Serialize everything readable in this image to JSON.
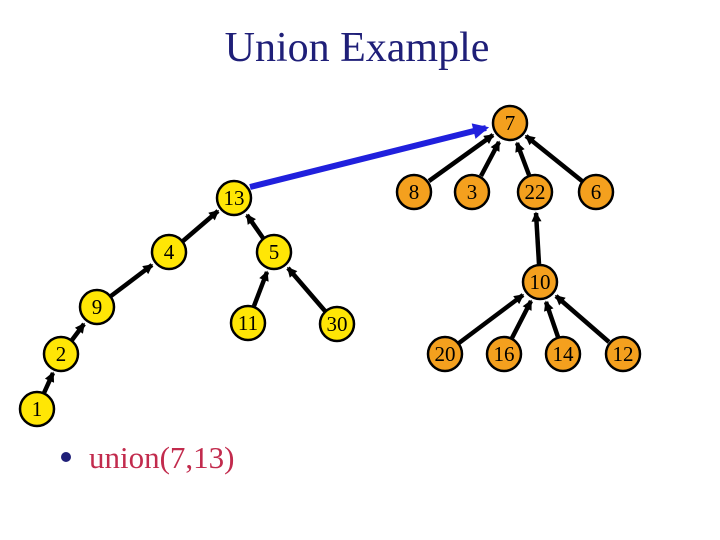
{
  "title": "Union Example",
  "bullet": {
    "label": "union(7,13)"
  },
  "colors": {
    "background": "#FFFFFF",
    "title-text": "#1F1F78",
    "bullet-text": "#C22B4D",
    "bullet-dot": "#1F1F78",
    "node-orange": "#F4A01E",
    "node-yellow": "#FFE605",
    "node-outline": "#000000",
    "node-text": "#000000",
    "edge": "#000000",
    "union-arrow": "#2020DD"
  },
  "labels": {
    "n7": "7",
    "n8": "8",
    "n3": "3",
    "n22": "22",
    "n6": "6",
    "n10": "10",
    "n20": "20",
    "n16": "16",
    "n14": "14",
    "n12": "12",
    "n13": "13",
    "n4": "4",
    "n5": "5",
    "n9": "9",
    "n11": "11",
    "n30": "30",
    "n2": "2",
    "n1": "1"
  },
  "structure": {
    "orange_tree": {
      "root": "7",
      "edges_child_to_parent": [
        [
          "8",
          "7"
        ],
        [
          "3",
          "7"
        ],
        [
          "22",
          "7"
        ],
        [
          "6",
          "7"
        ],
        [
          "10",
          "22"
        ],
        [
          "20",
          "10"
        ],
        [
          "16",
          "10"
        ],
        [
          "14",
          "10"
        ],
        [
          "12",
          "10"
        ]
      ]
    },
    "yellow_tree": {
      "root": "13",
      "edges_child_to_parent": [
        [
          "4",
          "13"
        ],
        [
          "5",
          "13"
        ],
        [
          "9",
          "4"
        ],
        [
          "2",
          "9"
        ],
        [
          "1",
          "2"
        ],
        [
          "11",
          "5"
        ],
        [
          "30",
          "5"
        ]
      ]
    },
    "union_operation": {
      "from": "13",
      "to": "7",
      "call": "union(7,13)"
    }
  }
}
